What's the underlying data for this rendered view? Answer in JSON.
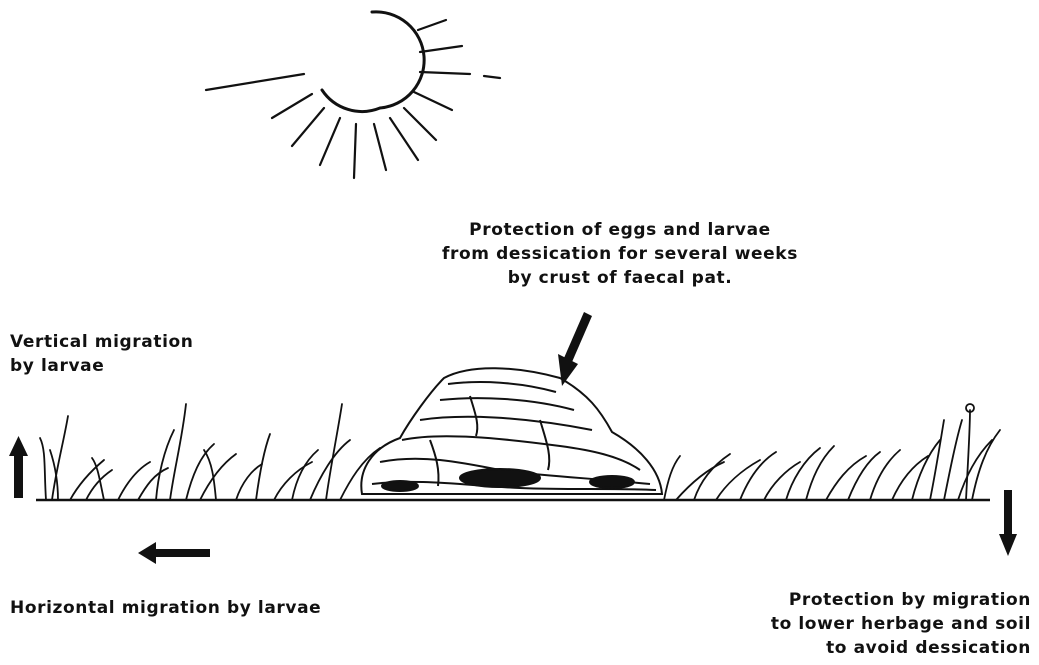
{
  "figure": {
    "ink_color": "#111111",
    "background": "#ffffff"
  },
  "labels": {
    "pat_protection": {
      "line1": "Protection of eggs and larvae",
      "line2": "from dessication for several weeks",
      "line3": "by crust of faecal pat."
    },
    "vertical_migration": {
      "line1": "Vertical migration",
      "line2": "by larvae"
    },
    "horizontal_migration": {
      "line1": "Horizontal migration by larvae"
    },
    "soil_protection": {
      "line1": "Protection by migration",
      "line2": "to lower herbage and soil",
      "line3": "to avoid dessication"
    }
  },
  "icons": {
    "sun": "sun-icon",
    "faecal_pat": "faecal-pat-icon",
    "grass": "grass-icon",
    "arrow_up": "arrow-up-icon",
    "arrow_left": "arrow-left-icon",
    "arrow_down": "arrow-down-icon",
    "arrow_pat": "arrow-down-left-icon"
  }
}
